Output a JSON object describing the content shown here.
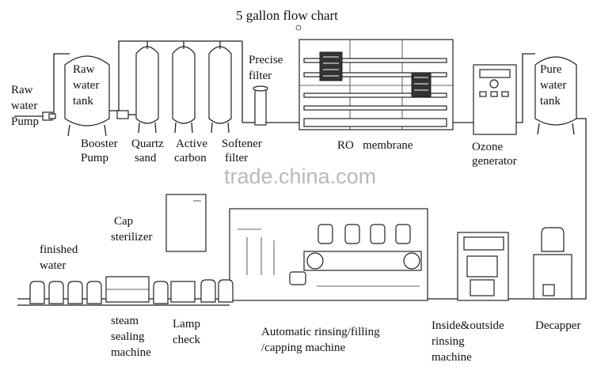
{
  "title": "5 gallon flow chart",
  "watermark": "trade.china.com",
  "labels": {
    "raw_water_pump": [
      "Raw",
      "water",
      "Pump"
    ],
    "raw_water_tank": [
      "Raw",
      "water",
      "tank"
    ],
    "booster_pump": [
      "Booster",
      "Pump"
    ],
    "quartz_sand": [
      "Quartz",
      "sand"
    ],
    "active_carbon": [
      "Active",
      "carbon"
    ],
    "softener_filter": [
      "Softener",
      "filter"
    ],
    "precise_filter": [
      "Precise",
      "filter"
    ],
    "ro_membrane": "RO   membrane",
    "ozone_generator": [
      "Ozone",
      "generator"
    ],
    "pure_water_tank": [
      "Pure",
      "water",
      "tank"
    ],
    "cap_sterilizer": [
      "Cap",
      "sterilizer"
    ],
    "finished_water": [
      "finished",
      "water"
    ],
    "steam_sealing_machine": [
      "steam",
      "sealing",
      "machine"
    ],
    "lamp_check": [
      "Lamp",
      "check"
    ],
    "rinsing_filling_capping": [
      "Automatic rinsing/filling",
      "/capping machine"
    ],
    "inside_outside_rinsing": [
      "Inside&outside",
      "rinsing",
      "machine"
    ],
    "decapper": "Decapper"
  }
}
